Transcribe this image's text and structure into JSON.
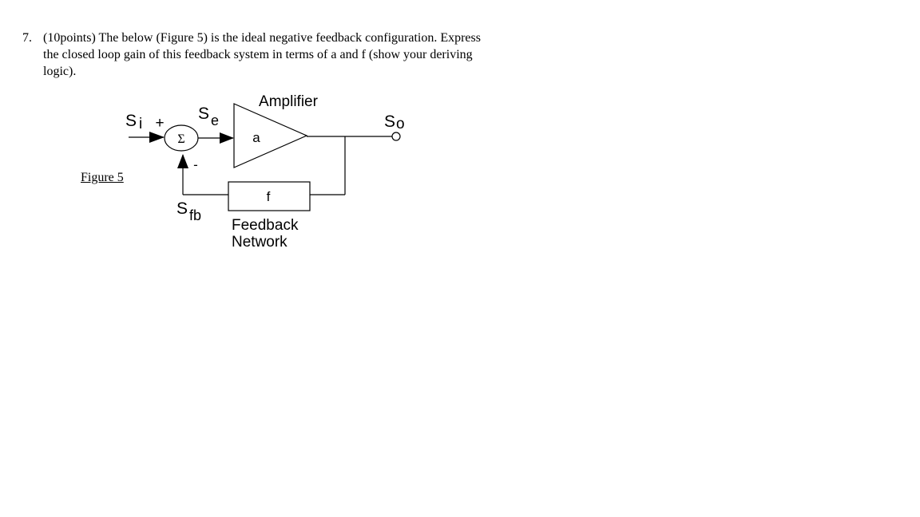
{
  "question": {
    "number": "7.",
    "lines": [
      "(10points) The below (Figure 5) is the ideal negative feedback configuration. Express",
      "the closed loop gain of this feedback system in terms of a and f (show your deriving",
      "logic)."
    ]
  },
  "figure": {
    "caption": "Figure 5",
    "amplifier_title": "Amplifier",
    "amplifier_gain": "a",
    "feedback_gain": "f",
    "feedback_title_line1": "Feedback",
    "feedback_title_line2": "Network",
    "summer_symbol": "Σ",
    "plus_sign": "+",
    "minus_sign": "-",
    "input_label": {
      "main": "S",
      "sub": "i"
    },
    "error_label": {
      "main": "S",
      "sub": "e"
    },
    "output_label": {
      "main": "S",
      "sub": "o"
    },
    "feedback_label": {
      "main": "S",
      "sub": "fb"
    }
  }
}
